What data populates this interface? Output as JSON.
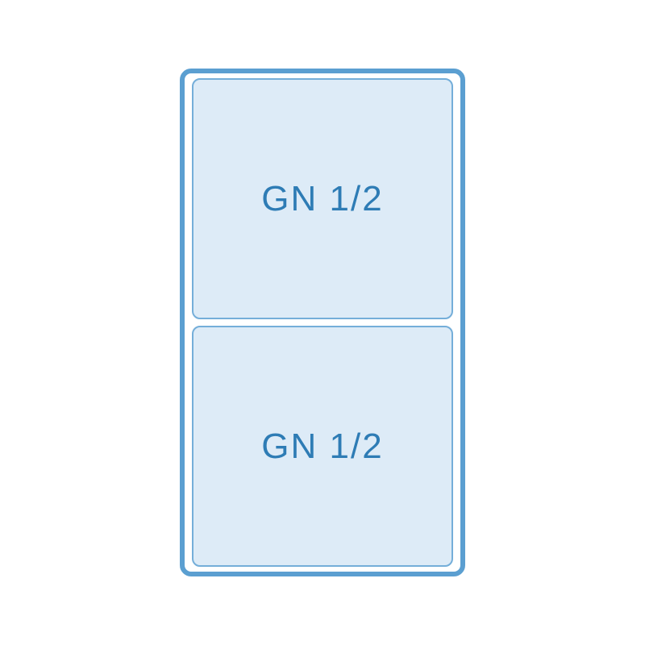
{
  "figure": {
    "description": "Gastronorm tray layout diagram with two half-size pans",
    "colors": {
      "outer_border": "#5b9fd1",
      "slot_border": "#74aed9",
      "slot_fill": "#ddebf7",
      "label_text": "#2e7cb5",
      "background": "#ffffff"
    },
    "slots": [
      {
        "label": "GN 1/2"
      },
      {
        "label": "GN 1/2"
      }
    ]
  }
}
